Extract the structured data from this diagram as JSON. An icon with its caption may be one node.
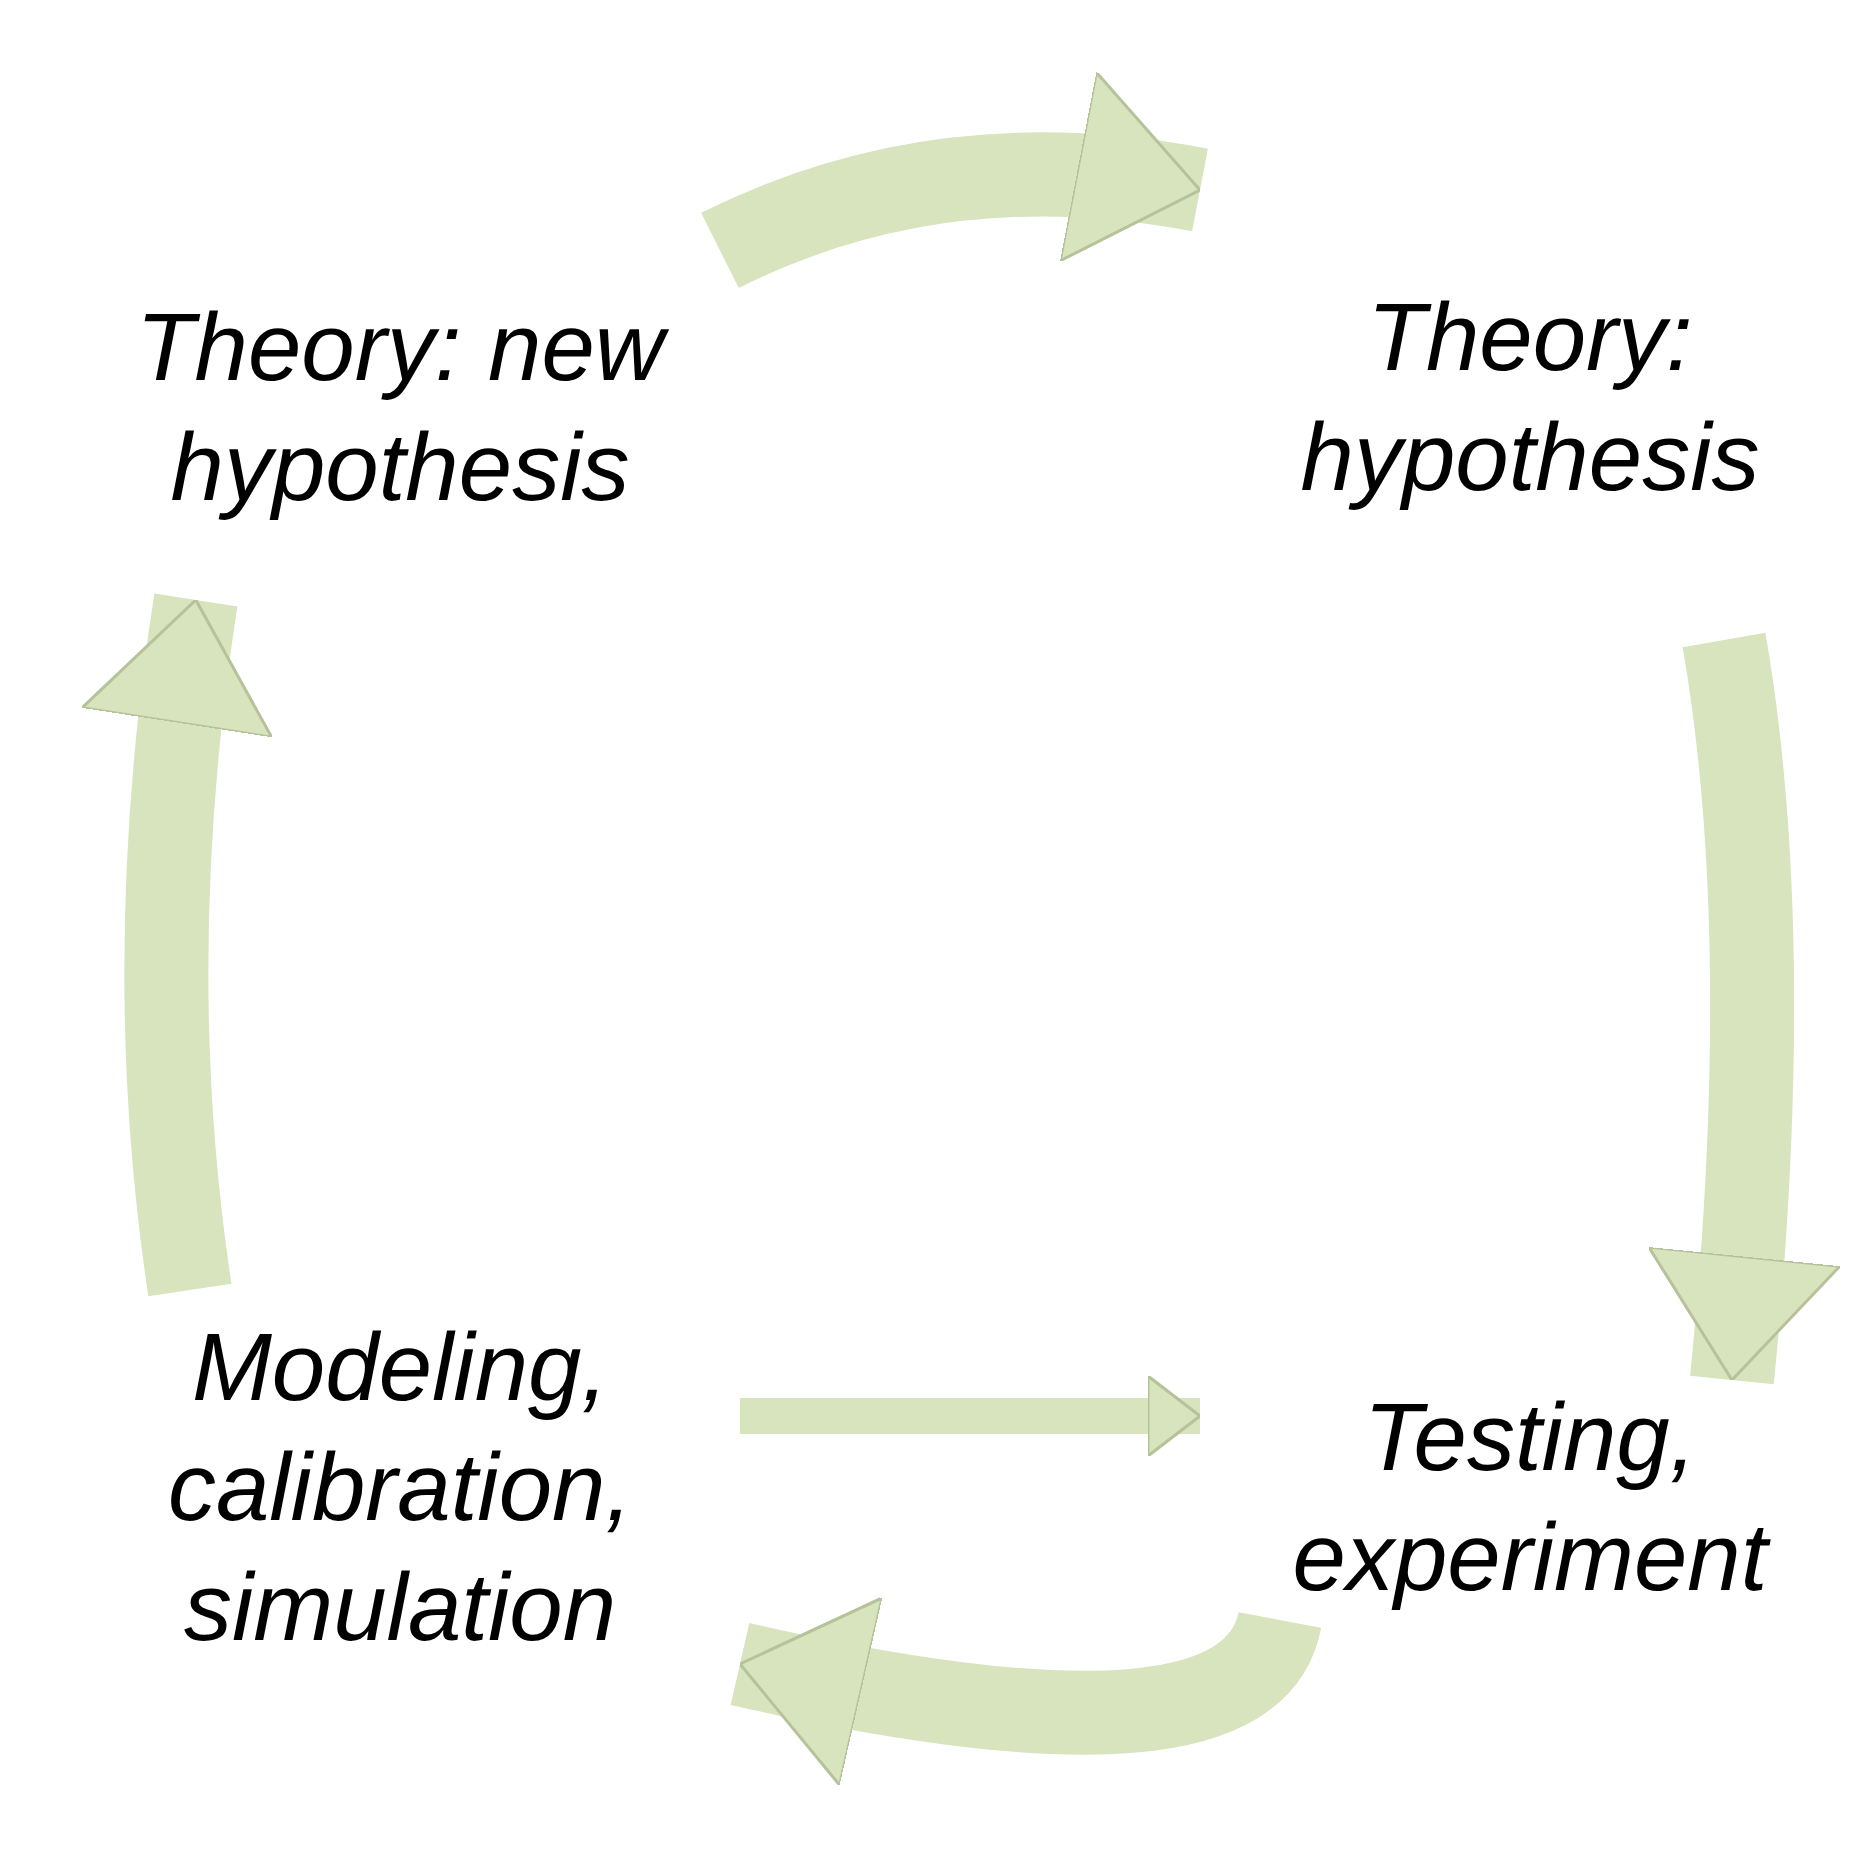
{
  "diagram": {
    "nodes": [
      {
        "text": [
          "Theory: new hypothesis"
        ]
      },
      {
        "text": [
          "Theory: hypothesis"
        ]
      },
      {
        "text": [
          "Modeling, calibration, simulation"
        ]
      },
      {
        "text": [
          "Testing, experiment"
        ]
      }
    ],
    "edges": [
      {
        "from": 0,
        "to": 1,
        "arrow": "to"
      },
      {
        "from": 1,
        "to": 3,
        "arrow": "to"
      },
      {
        "from": 3,
        "to": 2,
        "arrow": "to"
      },
      {
        "from": 2,
        "to": 3,
        "arrow": "to"
      },
      {
        "from": 2,
        "to": 0,
        "arrow": "to"
      }
    ]
  }
}
